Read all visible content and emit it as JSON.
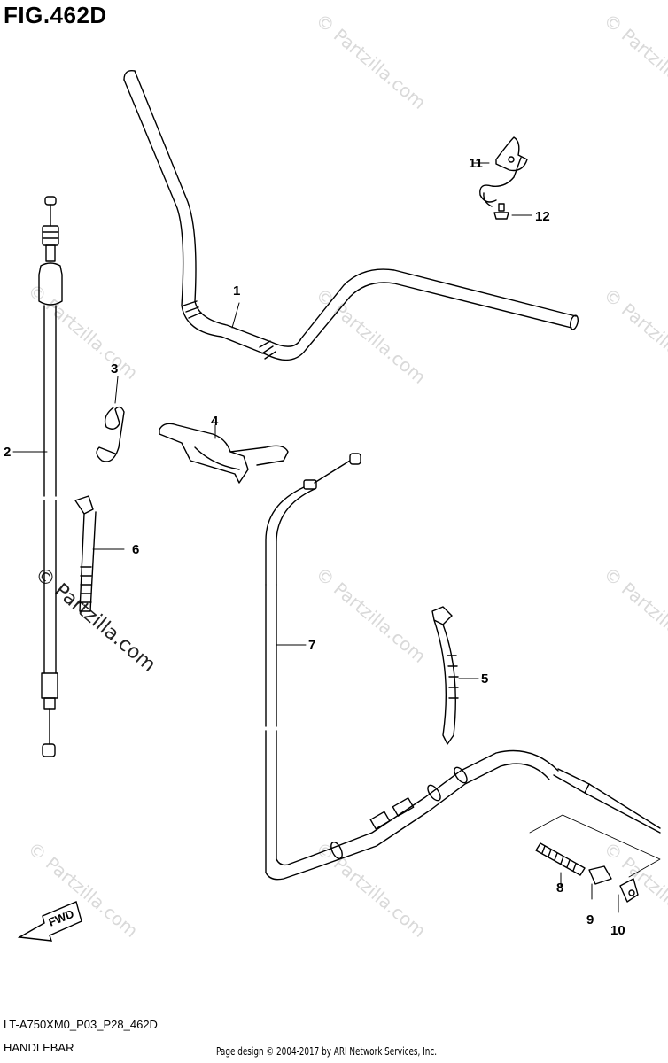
{
  "header": {
    "figure_title": "FIG.462D"
  },
  "footer": {
    "model_code": "LT-A750XM0_P03_P28_462D",
    "section_name": "HANDLEBAR",
    "page_credit": "Page design © 2004-2017 by ARI Network Services, Inc."
  },
  "watermark": {
    "text": "© Partzilla.com"
  },
  "direction_marker": {
    "label": "FWD"
  },
  "callouts": [
    {
      "number": "1",
      "part": "handlebar"
    },
    {
      "number": "2",
      "part": "cable"
    },
    {
      "number": "3",
      "part": "clip"
    },
    {
      "number": "4",
      "part": "clamp"
    },
    {
      "number": "5",
      "part": "band"
    },
    {
      "number": "6",
      "part": "band"
    },
    {
      "number": "7",
      "part": "cable"
    },
    {
      "number": "8",
      "part": "spring"
    },
    {
      "number": "9",
      "part": "cap"
    },
    {
      "number": "10",
      "part": "clip"
    },
    {
      "number": "11",
      "part": "bracket"
    },
    {
      "number": "12",
      "part": "bolt"
    }
  ],
  "colors": {
    "line": "#000000",
    "watermark": "#d9d9d9",
    "background": "#ffffff"
  }
}
